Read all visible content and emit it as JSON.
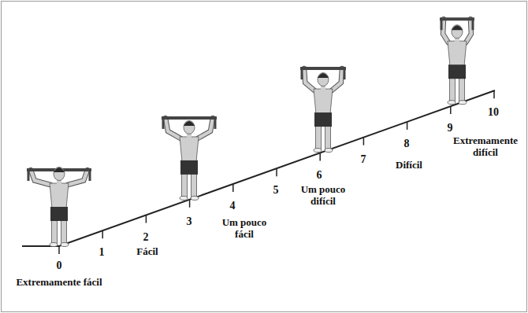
{
  "diagram": {
    "labels": [
      "0",
      "Extremamente fácil",
      "1",
      "2",
      "Fácil",
      "3",
      "4",
      "Um pouco fácil",
      "5",
      "6",
      "Um pouco difícil",
      "7",
      "8",
      "Difícil",
      "9",
      "10",
      "Extremamente difícil"
    ]
  }
}
